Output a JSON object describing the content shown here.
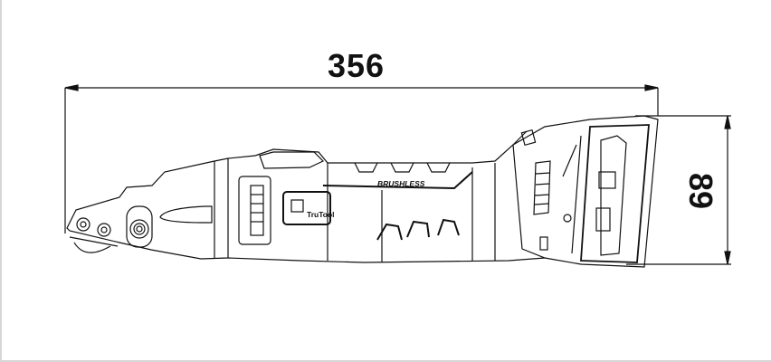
{
  "dimensions": {
    "length_label": "356",
    "height_label": "89"
  },
  "tool": {
    "brand": "TruTool",
    "motor_label": "BRUSHLESS"
  }
}
